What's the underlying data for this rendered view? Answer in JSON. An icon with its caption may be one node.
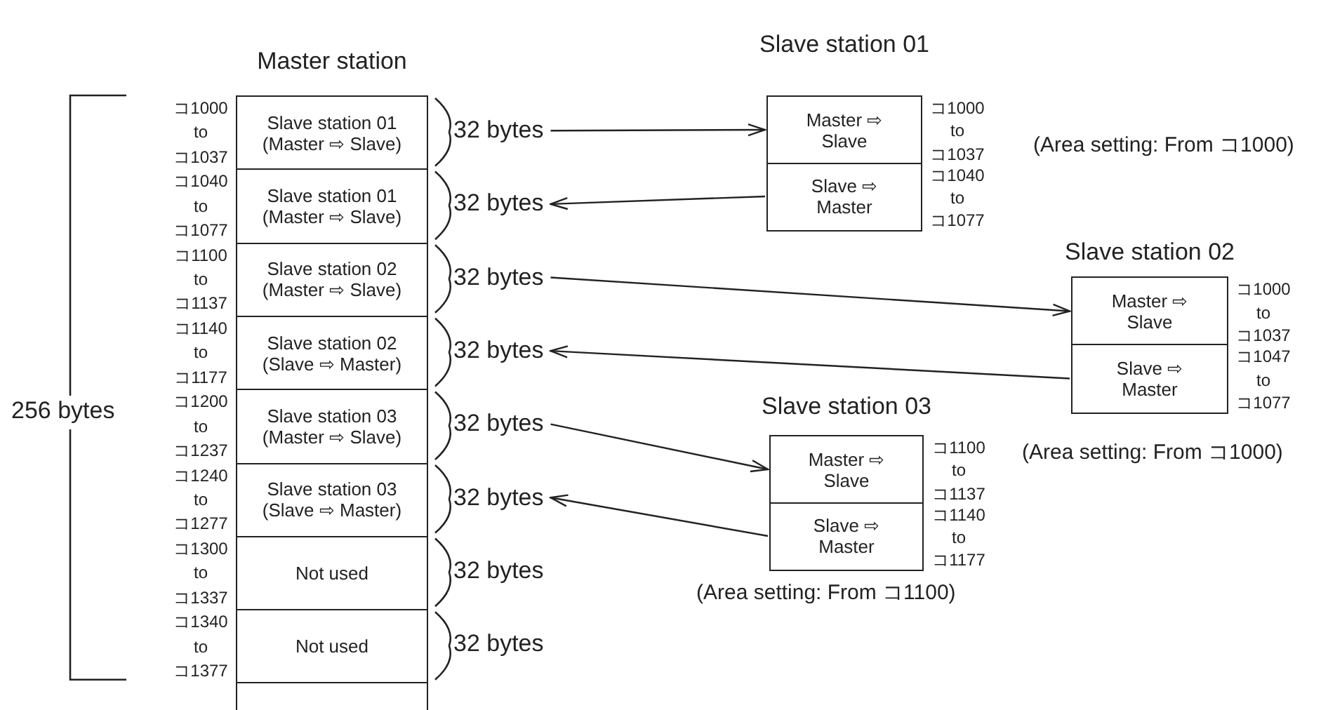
{
  "diagram": {
    "nodes": [
      {
        "text": [
          "Master station"
        ]
      },
      {
        "text": [
          "Slave station 01",
          "(Master ⇨ Slave)"
        ],
        "in": 0,
        "beside": [
          "コ1000 to コ1037"
        ]
      },
      {
        "text": [
          "Slave station 01",
          "(Master ⇨ Slave)"
        ],
        "in": 0,
        "beside": [
          "コ1040 to コ1077"
        ]
      },
      {
        "text": [
          "Slave station 02",
          "(Master ⇨ Slave)"
        ],
        "in": 0,
        "beside": [
          "コ1100 to コ1137"
        ]
      },
      {
        "text": [
          "Slave station 02",
          "(Slave ⇨ Master)"
        ],
        "in": 0,
        "beside": [
          "コ1140 to コ1177"
        ]
      },
      {
        "text": [
          "Slave station 03",
          "(Master ⇨ Slave)"
        ],
        "in": 0,
        "beside": [
          "コ1200 to コ1237"
        ]
      },
      {
        "text": [
          "Slave station 03",
          "(Slave ⇨ Master)"
        ],
        "in": 0,
        "beside": [
          "コ1240 to コ1277"
        ]
      },
      {
        "text": [
          "Not used"
        ],
        "in": 0,
        "beside": [
          "コ1300 to コ1337"
        ]
      },
      {
        "text": [
          "Not used"
        ],
        "in": 0,
        "beside": [
          "コ1340 to コ1377"
        ]
      },
      {
        "text": [],
        "shape": "box",
        "in": 0
      },
      {
        "text": [
          "32 bytes"
        ]
      },
      {
        "text": [
          "32 bytes"
        ]
      },
      {
        "text": [
          "32 bytes"
        ]
      },
      {
        "text": [
          "32 bytes"
        ]
      },
      {
        "text": [
          "32 bytes"
        ]
      },
      {
        "text": [
          "32 bytes"
        ]
      },
      {
        "text": [
          "32 bytes"
        ]
      },
      {
        "text": [
          "32 bytes"
        ]
      },
      {
        "text": [
          "Slave station 01"
        ]
      },
      {
        "text": [
          "Master ⇨ Slave"
        ],
        "in": 18,
        "beside": [
          "コ1000 to コ1037"
        ]
      },
      {
        "text": [
          "Slave ⇨ Master"
        ],
        "in": 18,
        "beside": [
          "コ1040 to コ1077"
        ]
      },
      {
        "text": [
          "Slave station 02"
        ],
        "beside": [
          "(Area setting: From コ1000)"
        ]
      },
      {
        "text": [
          "Master ⇨ Slave"
        ],
        "in": 21,
        "beside": [
          "コ1000 to コ1037"
        ]
      },
      {
        "text": [
          "Slave ⇨ Master"
        ],
        "in": 21,
        "beside": [
          "コ1047 to コ1077"
        ]
      },
      {
        "text": [
          "Slave station 03"
        ],
        "beside": [
          "(Area setting: From コ1100)"
        ]
      },
      {
        "text": [
          "Master ⇨ Slave"
        ],
        "in": 24,
        "beside": [
          "コ1100 to コ1137"
        ]
      },
      {
        "text": [
          "Slave ⇨ Master"
        ],
        "in": 24,
        "beside": [
          "コ1140 to コ1177"
        ]
      }
    ],
    "edges": [
      {
        "from": 10,
        "to": 19,
        "arrow": "to"
      },
      {
        "from": 20,
        "to": 11,
        "arrow": "to"
      },
      {
        "from": 12,
        "to": 22,
        "arrow": "to"
      },
      {
        "from": 23,
        "to": 13,
        "arrow": "to"
      },
      {
        "from": 14,
        "to": 25,
        "arrow": "to"
      },
      {
        "from": 26,
        "to": 15,
        "arrow": "to"
      }
    ],
    "labels": [
      "(Area setting: From コ1000)",
      "256 bytes"
    ]
  }
}
